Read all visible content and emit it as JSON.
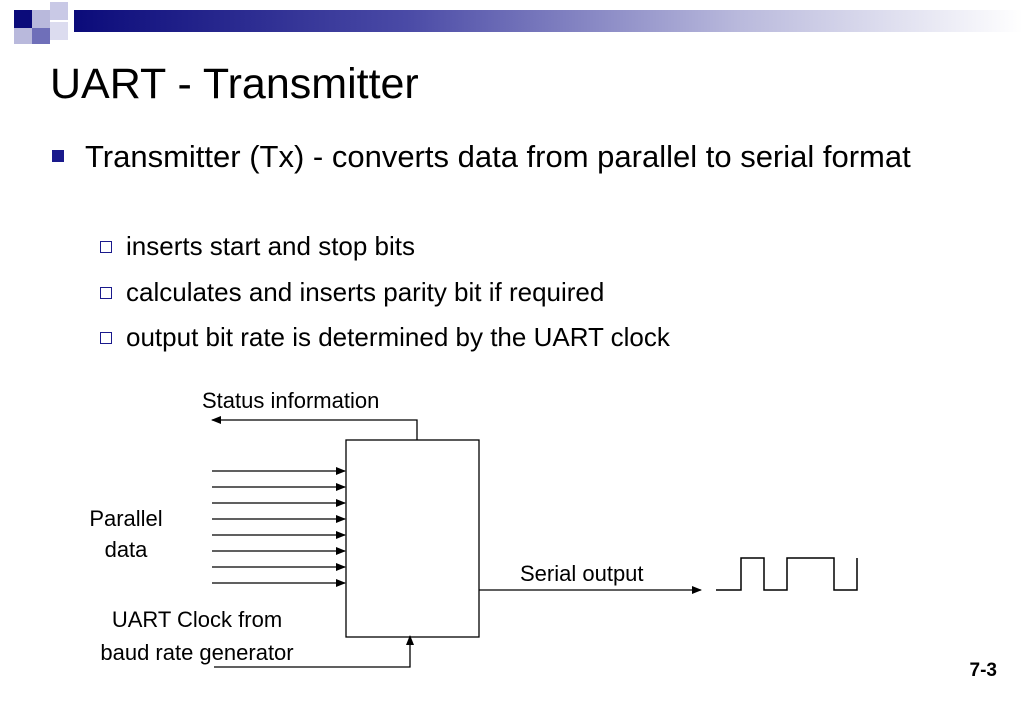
{
  "slide": {
    "title": "UART - Transmitter",
    "page_number": "7-3"
  },
  "bullets": {
    "main": "Transmitter (Tx) - converts data from parallel to serial format",
    "subs": [
      "inserts start and stop bits",
      "calculates and inserts parity bit if required",
      "output bit rate is determined by the UART clock"
    ]
  },
  "diagram": {
    "status_label": "Status information",
    "parallel_label_line1": "Parallel",
    "parallel_label_line2": "data",
    "serial_label": "Serial output",
    "clock_label_line1": "UART Clock from",
    "clock_label_line2": "baud rate generator",
    "parallel_input_count": 8
  },
  "colors": {
    "accent_dark": "#1a1a8c",
    "accent_mid": "#6f6fb9",
    "accent_light": "#b9b9dc"
  }
}
